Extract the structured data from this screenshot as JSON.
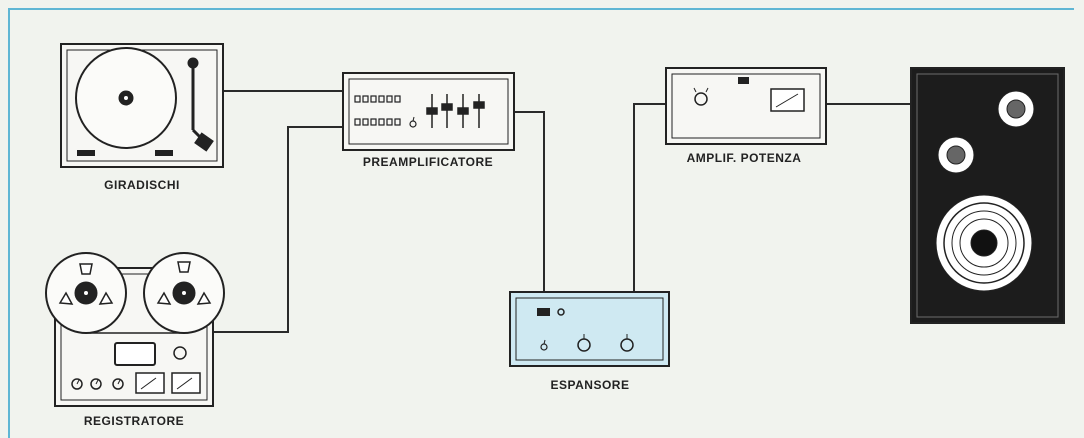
{
  "labels": {
    "turntable": "GIRADISCHI",
    "preamp": "PREAMPLIFICATORE",
    "tape": "REGISTRATORE",
    "expander": "ESPANSORE",
    "power_amp": "AMPLIF. POTENZA"
  },
  "colors": {
    "frame": "#5fb6d4",
    "background": "#f1f3ee",
    "line": "#2a2a2a",
    "expander_fill": "#cfe9f2",
    "speaker_fill": "#1c1c1c"
  }
}
